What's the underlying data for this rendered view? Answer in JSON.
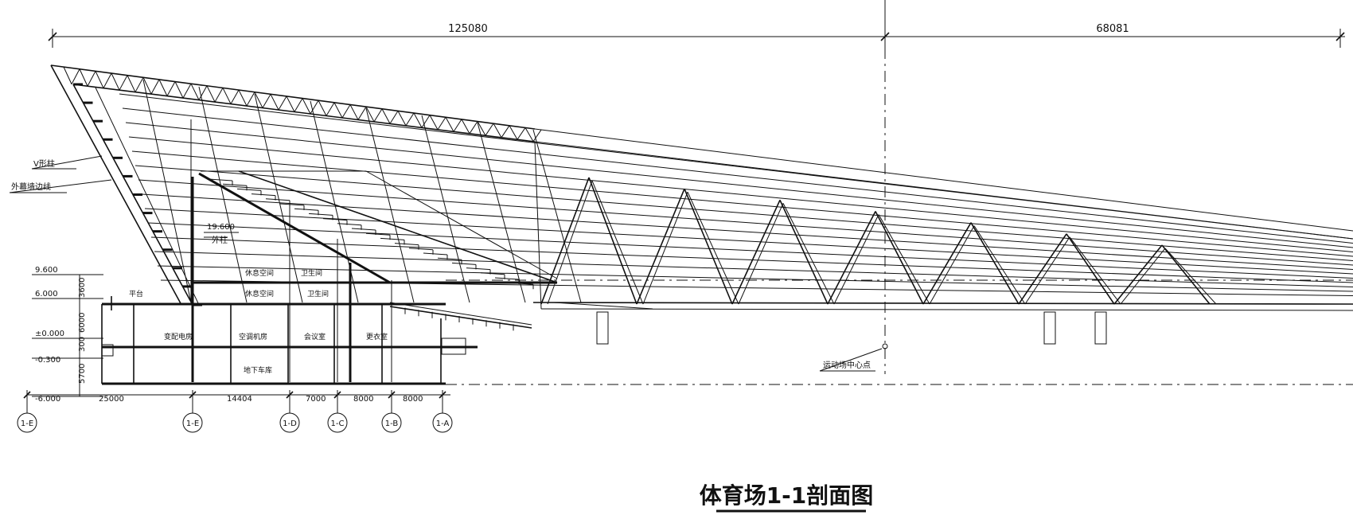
{
  "title": "体育场1-1剖面图",
  "top_dimensions": [
    "125080",
    "68081"
  ],
  "bottom_dimensions": [
    "25000",
    "14404",
    "7000",
    "8000",
    "8000"
  ],
  "levels": [
    "9.600",
    "6.000",
    "±0.000",
    "-0.300",
    "-6.000",
    "19.600"
  ],
  "vertical_dimensions": [
    "3600",
    "6000",
    "300",
    "5700"
  ],
  "annotations": {
    "v_column": "V形柱",
    "curtain_wall_line": "外幕墙边线",
    "outer_column": "外柱",
    "field_center": "运动场中心点"
  },
  "rooms": {
    "platform": "平台",
    "rest_upper": "休息空间",
    "toilet_upper": "卫生间",
    "rest_lower": "休息空间",
    "toilet_lower": "卫生间",
    "substation": "变配电房",
    "ahu_room": "空调机房",
    "meeting": "会议室",
    "locker": "更衣室",
    "garage": "地下车库"
  },
  "axes": [
    "1-E",
    "1-E",
    "1-D",
    "1-C",
    "1-B",
    "1-A"
  ]
}
